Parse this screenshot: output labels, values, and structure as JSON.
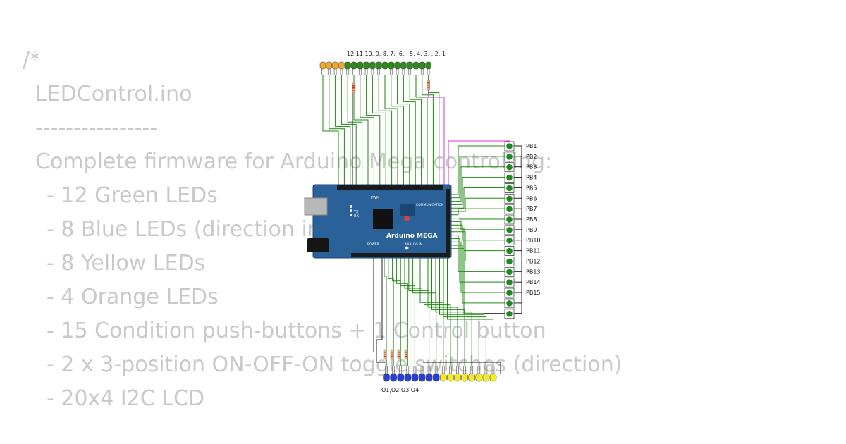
{
  "code": {
    "lines": [
      "/*",
      "LEDControl.ino",
      "----------------",
      "Complete firmware for Arduino Mega controlling:",
      "- 12 Green LEDs",
      "- 8 Blue LEDs (direction in",
      "- 8 Yellow LEDs",
      "- 4 Orange LEDs",
      "- 15 Condition push-buttons + 1 Control button",
      "- 2 x 3-position ON-OFF-ON toggle switches (direction)",
      "- 20x4 I2C LCD"
    ]
  },
  "circuit": {
    "top_led_label": "12,11,10, 9, 8, 7, ,6, , 5, 4, 3, , 2, 1",
    "bottom_led_label": "O1,O2,O3,O4",
    "board": {
      "name": "Arduino MEGA",
      "pwm_label": "PWM",
      "comm_label": "COMMUNICATION",
      "power_label": "POWER",
      "analog_label": "ANALOG IN",
      "tx_label": "TX",
      "rx_label": "RX"
    },
    "buttons": [
      "PB1",
      "PB2",
      "PB3",
      "PB4",
      "PB5",
      "PB6",
      "PB7",
      "PB8",
      "PB9",
      "PB10",
      "PB11",
      "PB12",
      "PB13",
      "PB14",
      "PB15"
    ],
    "top_leds": {
      "orange": 4,
      "green": 14
    },
    "bottom_leds": {
      "blue": 8,
      "yellow": 8
    },
    "colors": {
      "green_led": "#2e8b1e",
      "orange_led": "#f0a830",
      "blue_led": "#2a3fd8",
      "yellow_led": "#f2ea2a",
      "wire_green": "#1e8a10",
      "wire_magenta": "#dd33dd",
      "board_blue": "#2a6199",
      "button_cap": "#1c8a1c",
      "code_text": "#c9c9c9"
    }
  }
}
